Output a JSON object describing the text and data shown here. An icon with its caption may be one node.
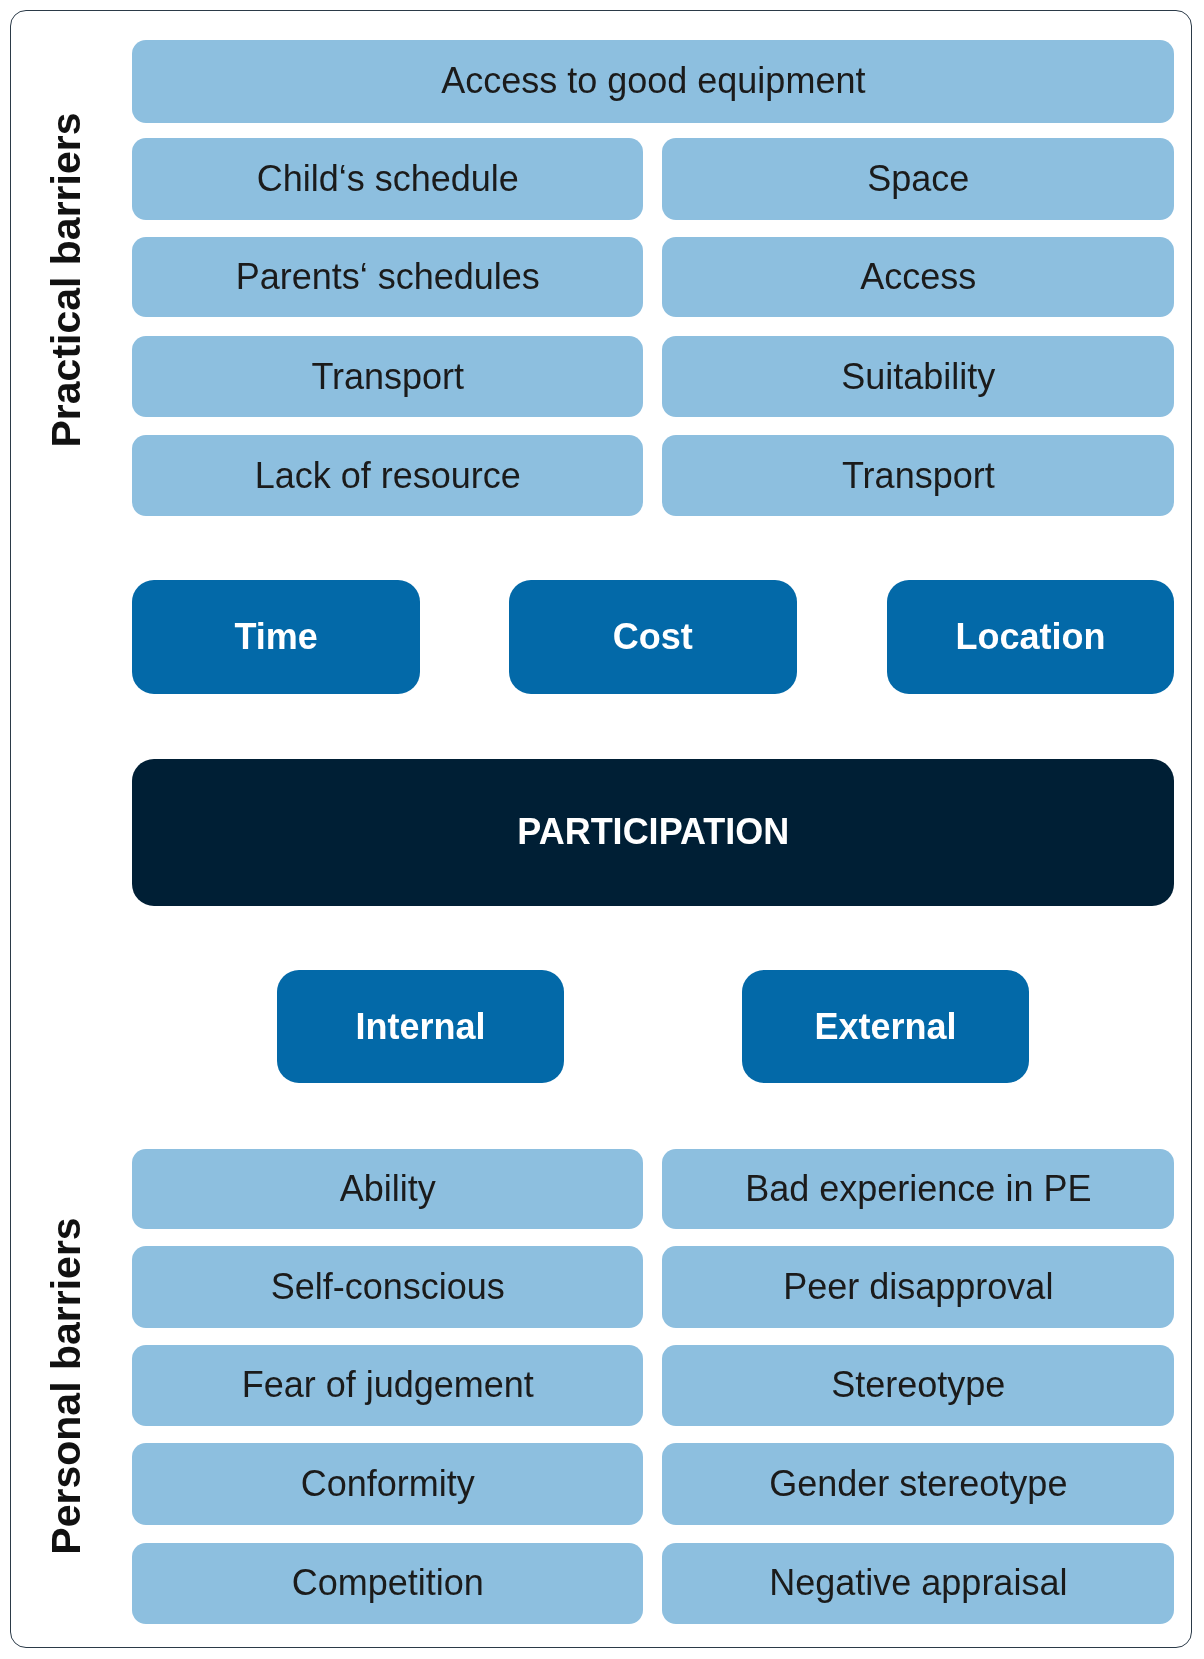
{
  "diagram": {
    "nodes": [
      {
        "text": [
          "Access to good equipment"
        ]
      },
      {
        "text": [
          "Child‘s schedule"
        ]
      },
      {
        "text": [
          "Space"
        ]
      },
      {
        "text": [
          "Parents‘ schedules"
        ]
      },
      {
        "text": [
          "Access"
        ]
      },
      {
        "text": [
          "Transport"
        ]
      },
      {
        "text": [
          "Suitability"
        ]
      },
      {
        "text": [
          "Lack of resource"
        ]
      },
      {
        "text": [
          "Transport"
        ]
      },
      {
        "text": [
          "Time"
        ]
      },
      {
        "text": [
          "Cost"
        ]
      },
      {
        "text": [
          "Location"
        ]
      },
      {
        "text": [
          "PARTICIPATION"
        ]
      },
      {
        "text": [
          "Internal"
        ]
      },
      {
        "text": [
          "External"
        ]
      },
      {
        "text": [
          "Ability"
        ]
      },
      {
        "text": [
          "Bad experience in PE"
        ]
      },
      {
        "text": [
          "Self-conscious"
        ]
      },
      {
        "text": [
          "Peer disapproval"
        ]
      },
      {
        "text": [
          "Fear of judgement"
        ]
      },
      {
        "text": [
          "Stereotype"
        ]
      },
      {
        "text": [
          "Conformity"
        ]
      },
      {
        "text": [
          "Gender stereotype"
        ]
      },
      {
        "text": [
          "Competition"
        ]
      },
      {
        "text": [
          "Negative appraisal"
        ]
      }
    ],
    "labels": [
      "Practical barriers",
      "Personal barriers"
    ]
  }
}
